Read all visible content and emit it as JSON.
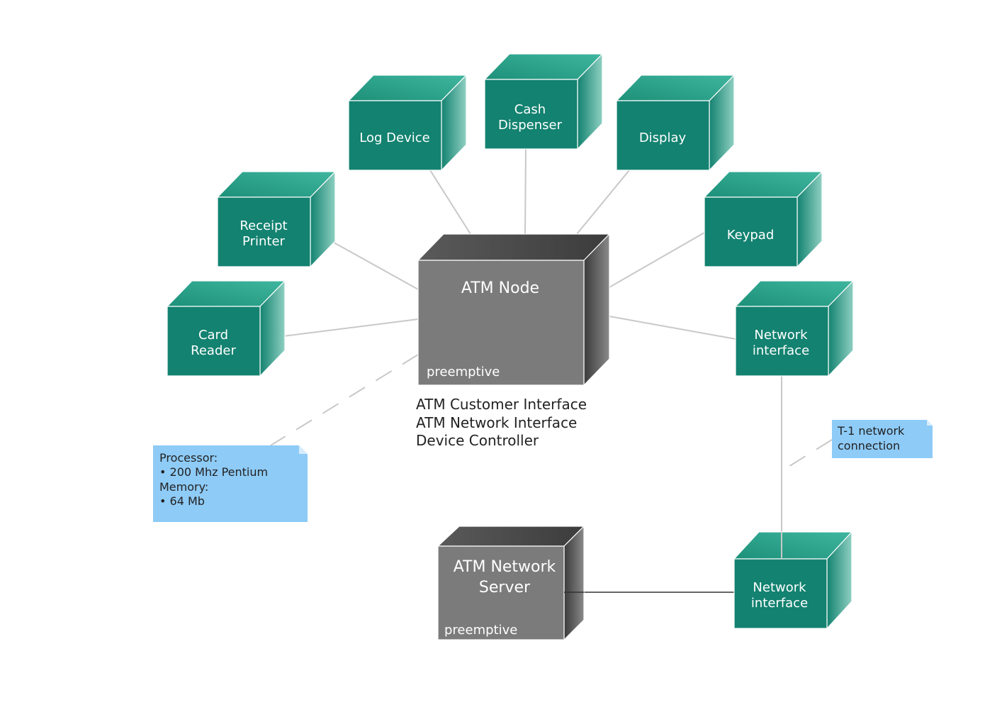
{
  "diagram": {
    "devices": {
      "log_device": "Log Device",
      "cash_dispenser": [
        "Cash",
        "Dispenser"
      ],
      "display": "Display",
      "receipt_printer": [
        "Receipt",
        "Printer"
      ],
      "keypad": "Keypad",
      "card_reader": [
        "Card",
        "Reader"
      ],
      "network_interface_top": [
        "Network",
        "interface"
      ],
      "network_interface_bottom": [
        "Network",
        "interface"
      ]
    },
    "atm_node": {
      "title": "ATM Node",
      "stereotype": "preemptive",
      "artifacts": [
        "ATM Customer Interface",
        "ATM Network Interface",
        "Device Controller"
      ]
    },
    "atm_server": {
      "title": [
        "ATM Network",
        "Server"
      ],
      "stereotype": "preemptive"
    },
    "notes": {
      "processor": [
        "Processor:",
        "• 200 Mhz Pentium",
        "Memory:",
        "• 64 Mb"
      ],
      "network": [
        "T-1 network",
        "connection"
      ]
    },
    "colors": {
      "device_front": "#138270",
      "device_top": "#2aa58f",
      "node_front": "#7b7b7b",
      "node_top": "#555555",
      "note": "#8ecbf7"
    }
  }
}
